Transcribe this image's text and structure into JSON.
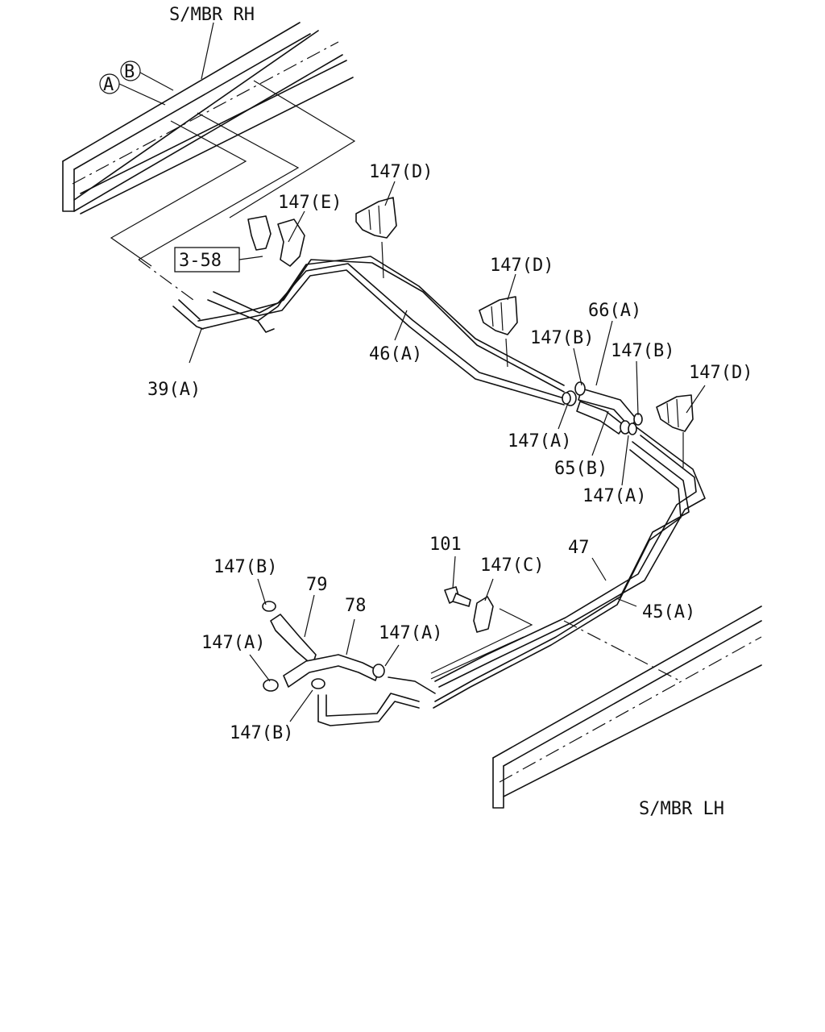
{
  "labels": {
    "smbr_rh": "S/MBR RH",
    "smbr_lh": "S/MBR LH",
    "circle_a": "A",
    "circle_b": "B",
    "ref_3_58": "3-58",
    "p147e": "147(E)",
    "p147d_1": "147(D)",
    "p147d_2": "147(D)",
    "p147d_3": "147(D)",
    "p39a": "39(A)",
    "p46a": "46(A)",
    "p66a": "66(A)",
    "p147b_1": "147(B)",
    "p147b_2": "147(B)",
    "p147a_1": "147(A)",
    "p65b": "65(B)",
    "p147a_2": "147(A)",
    "p101": "101",
    "p147c": "147(C)",
    "p47": "47",
    "p45a": "45(A)",
    "p147b_3": "147(B)",
    "p79": "79",
    "p78": "78",
    "p147a_3": "147(A)",
    "p147a_4": "147(A)",
    "p147b_4": "147(B)"
  },
  "icons": {
    "clip": "pipe-clip-icon",
    "clamp": "hose-clamp-icon",
    "bolt": "bolt-icon"
  }
}
